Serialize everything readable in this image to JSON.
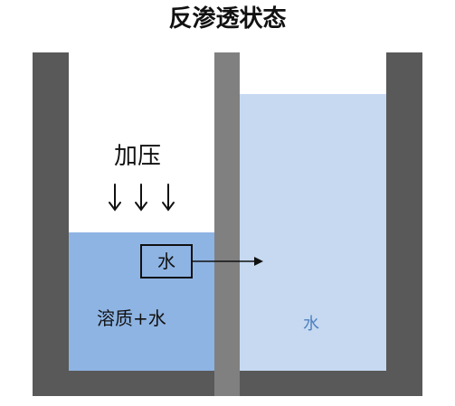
{
  "title": "反渗透状态",
  "left_chamber": {
    "pressure_label": "加压",
    "solution_label": "溶质+水",
    "moving_water_label": "水"
  },
  "right_chamber": {
    "water_label": "水"
  },
  "colors": {
    "wall": "#595959",
    "membrane": "#808080",
    "solution": "#8eb4e3",
    "pure_water": "#c6d9f1",
    "water_text": "#4f81bd"
  },
  "icons": [
    "arrow-down-icon",
    "arrow-right-icon"
  ]
}
